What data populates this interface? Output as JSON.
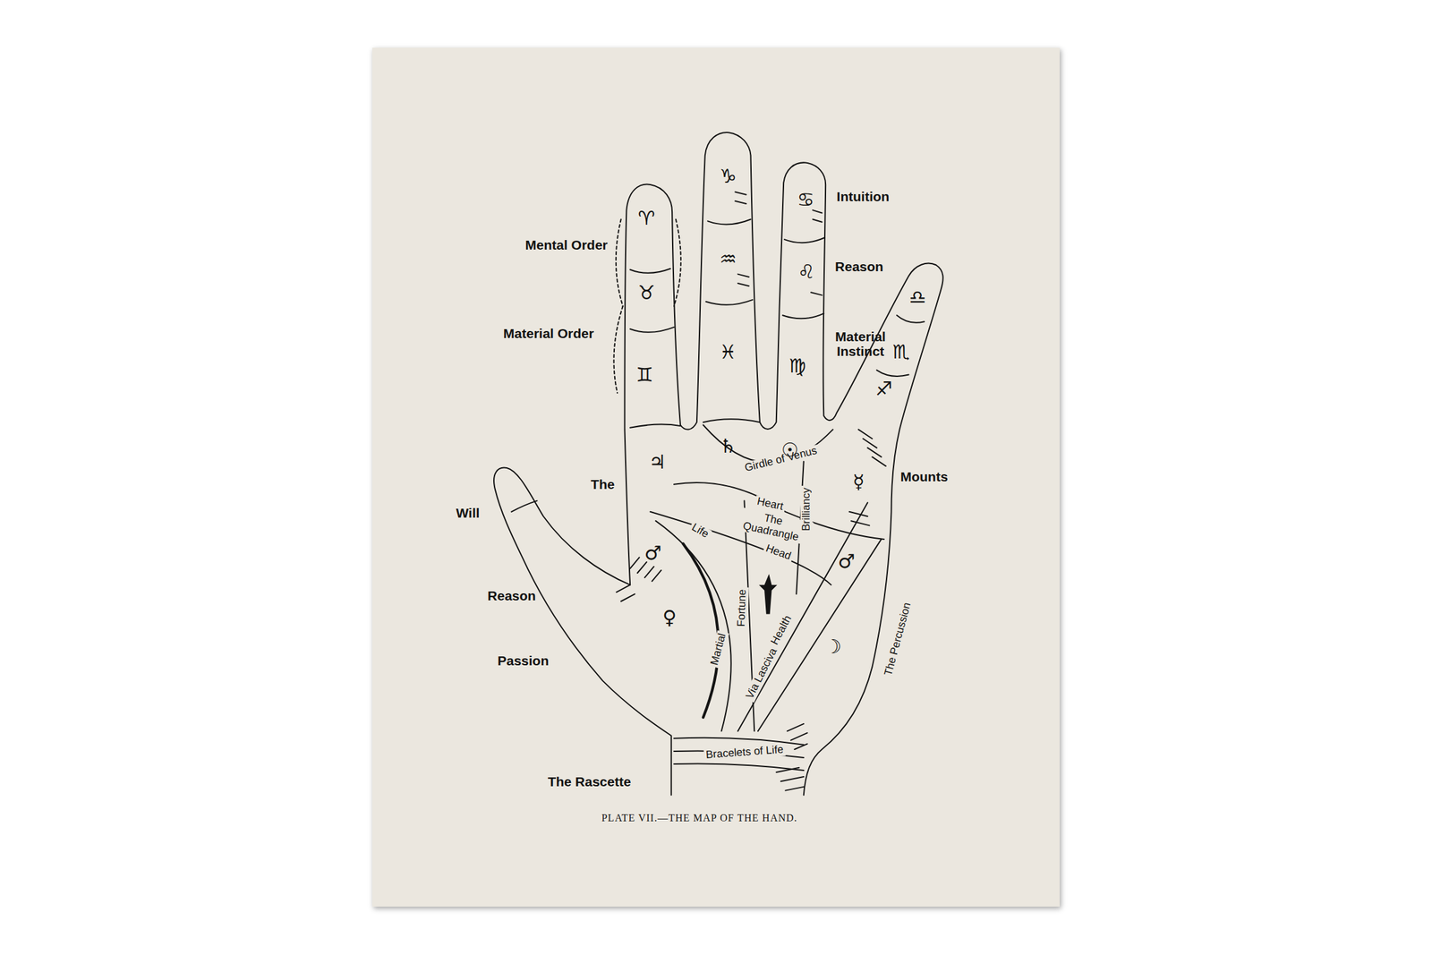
{
  "diagram": {
    "caption": "PLATE VII.—THE MAP OF THE HAND.",
    "labels": [
      "Mental Order",
      "Material Order",
      "Intuition",
      "Reason",
      "Material Instinct",
      "The",
      "Mounts",
      "Will",
      "Reason",
      "Passion",
      "The Rascette",
      "Girdle of Venus",
      "Heart",
      "The Quadrangle",
      "Brilliancy",
      "Life",
      "Head",
      "Fortune",
      "Martial",
      "Health",
      "Via Lasciva",
      "The Percussion",
      "Bracelets of Life",
      "♈",
      "♉",
      "♊",
      "♑",
      "♒",
      "♓",
      "♋",
      "♌",
      "♍",
      "♎",
      "♏",
      "♐",
      "♃",
      "♄",
      "☉",
      "☿",
      "♂",
      "♀",
      "♂",
      "☽"
    ]
  }
}
